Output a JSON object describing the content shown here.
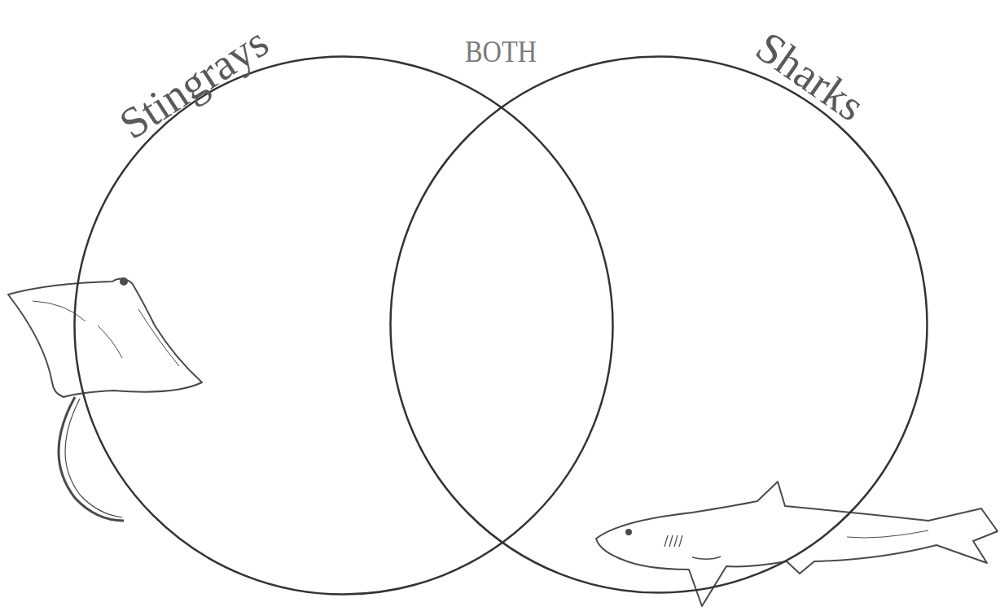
{
  "diagram": {
    "nodes": [
      {
        "text": [
          "Stingrays"
        ]
      },
      {
        "text": [
          "Sharks"
        ]
      }
    ],
    "labels": [
      "BOTH"
    ]
  }
}
